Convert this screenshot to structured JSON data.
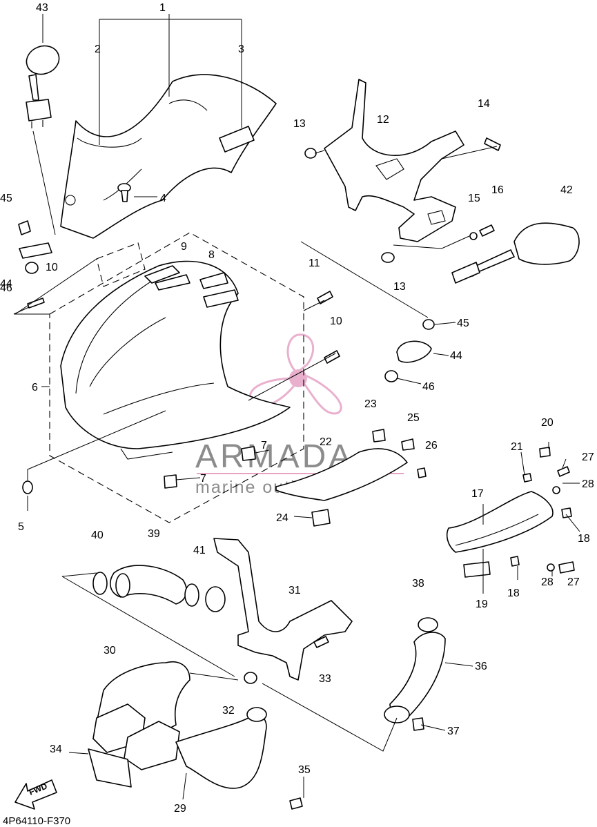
{
  "diagram": {
    "code": "4P64110-F370",
    "fwd_label": "FWD",
    "watermark": {
      "brand": "ARMADA",
      "tagline": "marine outboards",
      "color": "#e6a3c6"
    },
    "callouts": [
      {
        "id": "c43a",
        "label": "43"
      },
      {
        "id": "c1",
        "label": "1"
      },
      {
        "id": "c2",
        "label": "2"
      },
      {
        "id": "c3",
        "label": "3"
      },
      {
        "id": "c4",
        "label": "4"
      },
      {
        "id": "c45a",
        "label": "45"
      },
      {
        "id": "c44a",
        "label": "44"
      },
      {
        "id": "c10a",
        "label": "10"
      },
      {
        "id": "c46a",
        "label": "46"
      },
      {
        "id": "c9",
        "label": "9"
      },
      {
        "id": "c8",
        "label": "8"
      },
      {
        "id": "c11",
        "label": "11"
      },
      {
        "id": "c10b",
        "label": "10"
      },
      {
        "id": "c6",
        "label": "6"
      },
      {
        "id": "c13a",
        "label": "13"
      },
      {
        "id": "c12",
        "label": "12"
      },
      {
        "id": "c14",
        "label": "14"
      },
      {
        "id": "c15",
        "label": "15"
      },
      {
        "id": "c16",
        "label": "16"
      },
      {
        "id": "c42",
        "label": "42"
      },
      {
        "id": "c13b",
        "label": "13"
      },
      {
        "id": "c45b",
        "label": "45"
      },
      {
        "id": "c44b",
        "label": "44"
      },
      {
        "id": "c46b",
        "label": "46"
      },
      {
        "id": "c23",
        "label": "23"
      },
      {
        "id": "c25",
        "label": "25"
      },
      {
        "id": "c22",
        "label": "22"
      },
      {
        "id": "c26",
        "label": "26"
      },
      {
        "id": "c7a",
        "label": "7"
      },
      {
        "id": "c7b",
        "label": "7"
      },
      {
        "id": "c5",
        "label": "5"
      },
      {
        "id": "c24",
        "label": "24"
      },
      {
        "id": "c20",
        "label": "20"
      },
      {
        "id": "c21",
        "label": "21"
      },
      {
        "id": "c27a",
        "label": "27"
      },
      {
        "id": "c28a",
        "label": "28"
      },
      {
        "id": "c17",
        "label": "17"
      },
      {
        "id": "c18a",
        "label": "18"
      },
      {
        "id": "c28b",
        "label": "28"
      },
      {
        "id": "c27b",
        "label": "27"
      },
      {
        "id": "c18b",
        "label": "18"
      },
      {
        "id": "c19",
        "label": "19"
      },
      {
        "id": "c40",
        "label": "40"
      },
      {
        "id": "c39",
        "label": "39"
      },
      {
        "id": "c41",
        "label": "41"
      },
      {
        "id": "c31",
        "label": "31"
      },
      {
        "id": "c38",
        "label": "38"
      },
      {
        "id": "c30",
        "label": "30"
      },
      {
        "id": "c33",
        "label": "33"
      },
      {
        "id": "c36",
        "label": "36"
      },
      {
        "id": "c32",
        "label": "32"
      },
      {
        "id": "c37",
        "label": "37"
      },
      {
        "id": "c34",
        "label": "34"
      },
      {
        "id": "c35",
        "label": "35"
      },
      {
        "id": "c29",
        "label": "29"
      }
    ]
  }
}
